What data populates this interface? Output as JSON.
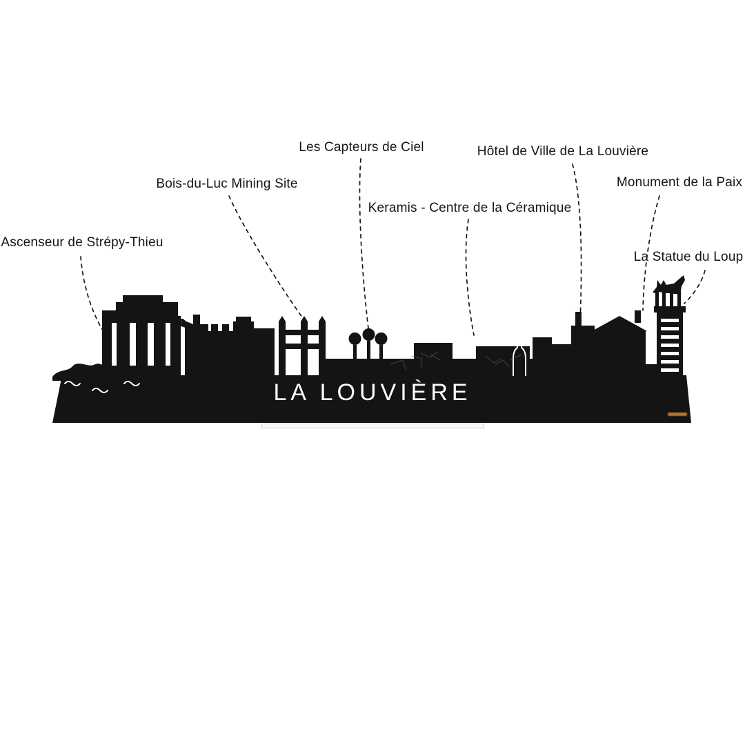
{
  "artwork": {
    "title_cutout": "LA LOUVIÈRE"
  },
  "labels": [
    {
      "id": "ascenseur",
      "text": "Ascenseur de Strépy-Thieu"
    },
    {
      "id": "bois-du-luc",
      "text": "Bois-du-Luc Mining Site"
    },
    {
      "id": "capteurs",
      "text": "Les Capteurs de Ciel"
    },
    {
      "id": "keramis",
      "text": "Keramis - Centre de la Céramique"
    },
    {
      "id": "hotel-de-ville",
      "text": "Hôtel de Ville de La Louvière"
    },
    {
      "id": "monument-paix",
      "text": "Monument de la Paix"
    },
    {
      "id": "statue-loup",
      "text": "La Statue du Loup"
    }
  ],
  "colors": {
    "silhouette": "#141414",
    "label_text": "#151515",
    "cutout_text": "#ffffff",
    "brand_mark": "#e8953a",
    "stand_fill": "#f7f7f7",
    "crack_lines": "#5b6b7d"
  }
}
